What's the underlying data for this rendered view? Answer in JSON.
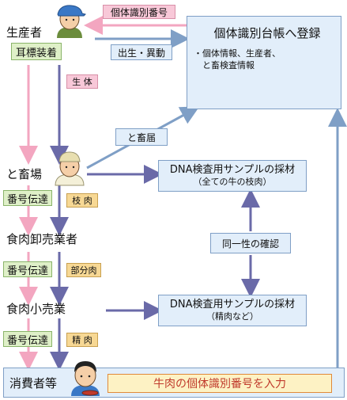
{
  "nodes": {
    "producer": "生産者",
    "slaughterhouse": "と畜場",
    "wholesaler": "食肉卸売業者",
    "retailer": "食肉小売業",
    "consumer": "消費者等"
  },
  "labels": {
    "ear_tag": "耳標装着",
    "number_relay_1": "番号伝達",
    "number_relay_2": "番号伝達",
    "number_relay_3": "番号伝達"
  },
  "tags": {
    "live_cattle": "生 体",
    "carcass": "枝 肉",
    "partial_cut": "部分肉",
    "fine_meat": "精 肉",
    "id_number": "個体識別番号",
    "birth_transfer": "出生・異動",
    "slaughter_notice": "と畜届",
    "identity_check": "同一性の確認"
  },
  "registry": {
    "title": "個体識別台帳へ登録",
    "line1": "・個体情報、生産者、",
    "line2": "と畜検査情報"
  },
  "dna1": {
    "title": "DNA検査用サンプルの採材",
    "sub": "（全ての牛の枝肉）"
  },
  "dna2": {
    "title": "DNA検査用サンプルの採材",
    "sub": "（精肉など）"
  },
  "consumer_input": "牛肉の個体識別番号を入力",
  "colors": {
    "pink_arrow": "#f3a6c0",
    "purple_arrow": "#6a6aa8",
    "blue_arrow": "#7f9fc6",
    "green_label": "#dff0c8",
    "blue_box": "#e2eefa",
    "consumer_box": "#fdf2c4"
  }
}
